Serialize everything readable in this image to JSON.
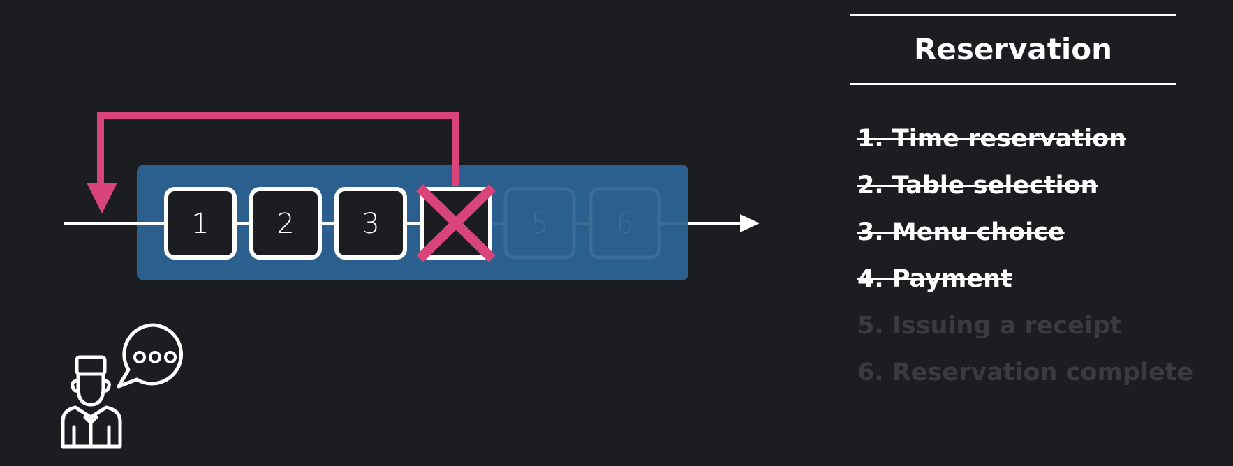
{
  "flow": {
    "steps": [
      {
        "label": "1",
        "state": "done"
      },
      {
        "label": "2",
        "state": "done"
      },
      {
        "label": "3",
        "state": "done"
      },
      {
        "label": "",
        "state": "failed"
      },
      {
        "label": "5",
        "state": "pending"
      },
      {
        "label": "6",
        "state": "pending"
      }
    ],
    "colors": {
      "band": "#2a5f8e",
      "retry_arrow": "#d9447a",
      "fail_cross": "#d9447a",
      "line": "#ffffff",
      "box_fill": "#1c1d21",
      "pending_box": "#3d6d96"
    }
  },
  "panel": {
    "title": "Reservation",
    "items": [
      {
        "text": "1. Time reservation",
        "state": "done"
      },
      {
        "text": "2. Table selection",
        "state": "done"
      },
      {
        "text": "3. Menu choice",
        "state": "done"
      },
      {
        "text": "4. Payment",
        "state": "done"
      },
      {
        "text": "5. Issuing a receipt",
        "state": "pending"
      },
      {
        "text": "6. Reservation complete",
        "state": "pending"
      }
    ]
  },
  "icons": {
    "person": "waiter-icon",
    "speech": "speech-bubble-icon"
  }
}
